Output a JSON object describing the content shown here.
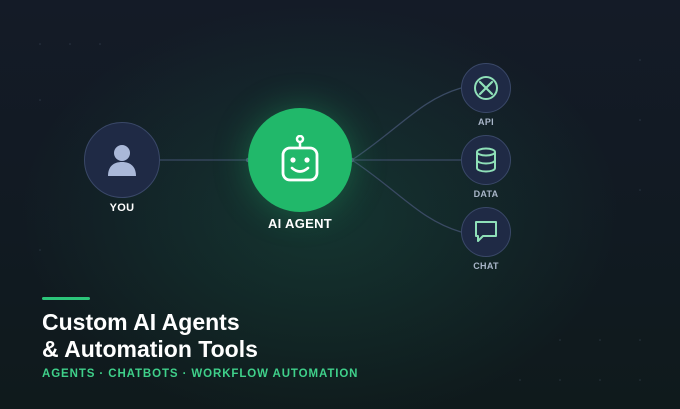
{
  "nodes": {
    "you": {
      "label": "YOU",
      "icon": "user-icon"
    },
    "agent": {
      "label": "AI AGENT",
      "icon": "robot-icon"
    },
    "api": {
      "label": "API",
      "icon": "api-icon"
    },
    "data": {
      "label": "DATA",
      "icon": "database-icon"
    },
    "chat": {
      "label": "CHAT",
      "icon": "chat-icon"
    }
  },
  "heading": {
    "line1": "Custom AI Agents",
    "line2": "& Automation Tools",
    "tagline": "AGENTS · CHATBOTS · WORKFLOW AUTOMATION"
  },
  "colors": {
    "background": "#121a25",
    "node_dark": "#1f2a45",
    "accent_green": "#21b86a",
    "tagline_green": "#3fd08a",
    "icon_green": "#8fe0b8",
    "icon_user": "#aab8d8"
  }
}
